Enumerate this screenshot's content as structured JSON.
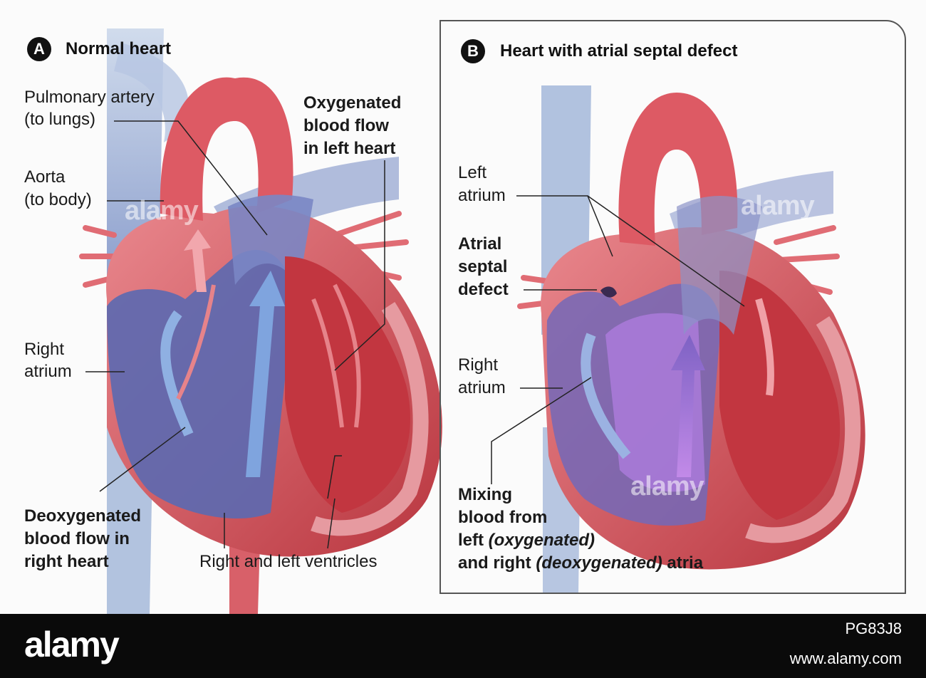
{
  "panel_a": {
    "badge": "A",
    "title": "Normal heart",
    "labels": {
      "pulmonary_artery_1": "Pulmonary artery",
      "pulmonary_artery_2": "(to lungs)",
      "aorta_1": "Aorta",
      "aorta_2": "(to body)",
      "right_atrium_1": "Right",
      "right_atrium_2": "atrium",
      "oxygenated_1": "Oxygenated",
      "oxygenated_2": "blood flow",
      "oxygenated_3": "in left heart",
      "deoxygenated_1": "Deoxygenated",
      "deoxygenated_2": "blood flow in",
      "deoxygenated_3": "right heart",
      "ventricles": "Right and left ventricles"
    }
  },
  "panel_b": {
    "badge": "B",
    "title": "Heart with atrial septal defect",
    "labels": {
      "left_atrium_1": "Left",
      "left_atrium_2": "atrium",
      "asd_1": "Atrial",
      "asd_2": "septal",
      "asd_3": "defect",
      "right_atrium_1": "Right",
      "right_atrium_2": "atrium",
      "mixing_1": "Mixing",
      "mixing_2": "blood from",
      "mixing_3a": "left ",
      "mixing_3b": "(oxygenated)",
      "mixing_4a": "and right ",
      "mixing_4b": "(deoxygenated)",
      "mixing_4c": " atria"
    }
  },
  "watermark": {
    "text": "alamy",
    "footer_id": "PG83J8",
    "footer_url": "www.alamy.com"
  },
  "colors": {
    "oxygenated": "#cf4a55",
    "deoxygenated": "#5868b0",
    "mixed": "#9a6bd0",
    "vessel_blue": "#9fb5d6",
    "heart_muscle": "#d88a8f"
  }
}
